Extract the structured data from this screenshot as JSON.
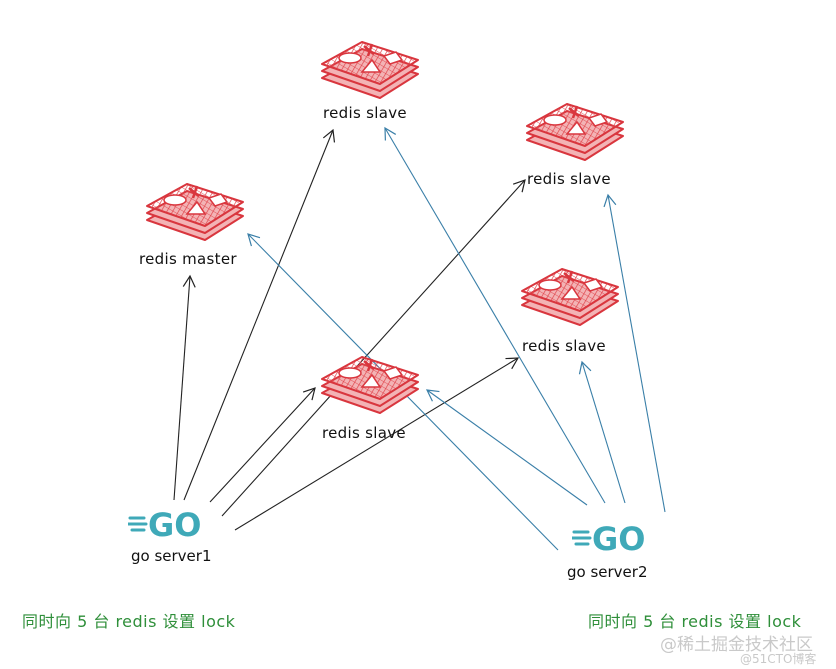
{
  "diagram": {
    "nodes": [
      {
        "id": "slave_top",
        "type": "redis",
        "label": "redis slave"
      },
      {
        "id": "slave_right_top",
        "type": "redis",
        "label": "redis slave"
      },
      {
        "id": "master",
        "type": "redis",
        "label": "redis master"
      },
      {
        "id": "slave_right_mid",
        "type": "redis",
        "label": "redis slave"
      },
      {
        "id": "slave_center",
        "type": "redis",
        "label": "redis slave"
      },
      {
        "id": "go1",
        "type": "go",
        "label": "go server1",
        "logo_text": "GO"
      },
      {
        "id": "go2",
        "type": "go",
        "label": "go server2",
        "logo_text": "GO"
      }
    ],
    "edges": [
      {
        "from": "go1",
        "to": "master",
        "color": "#222222"
      },
      {
        "from": "go1",
        "to": "slave_top",
        "color": "#222222"
      },
      {
        "from": "go1",
        "to": "slave_center",
        "color": "#222222"
      },
      {
        "from": "go1",
        "to": "slave_right_top",
        "color": "#222222"
      },
      {
        "from": "go1",
        "to": "slave_right_mid",
        "color": "#222222"
      },
      {
        "from": "go2",
        "to": "master",
        "color": "#3a7fa8"
      },
      {
        "from": "go2",
        "to": "slave_top",
        "color": "#3a7fa8"
      },
      {
        "from": "go2",
        "to": "slave_center",
        "color": "#3a7fa8"
      },
      {
        "from": "go2",
        "to": "slave_right_mid",
        "color": "#3a7fa8"
      },
      {
        "from": "go2",
        "to": "slave_right_top",
        "color": "#3a7fa8"
      }
    ]
  },
  "notes": {
    "left": "同时向 5 台 redis 设置 lock",
    "right": "同时向 5 台 redis 设置 lock"
  },
  "watermark": {
    "line1": "@稀土掘金技术社区",
    "line2": "@51CTO博客"
  },
  "colors": {
    "redis_red": "#d9363e",
    "go_blue": "#3fa9b8",
    "note_green": "#2f8f3a",
    "arrow_black": "#222222",
    "arrow_blue": "#3a7fa8"
  }
}
